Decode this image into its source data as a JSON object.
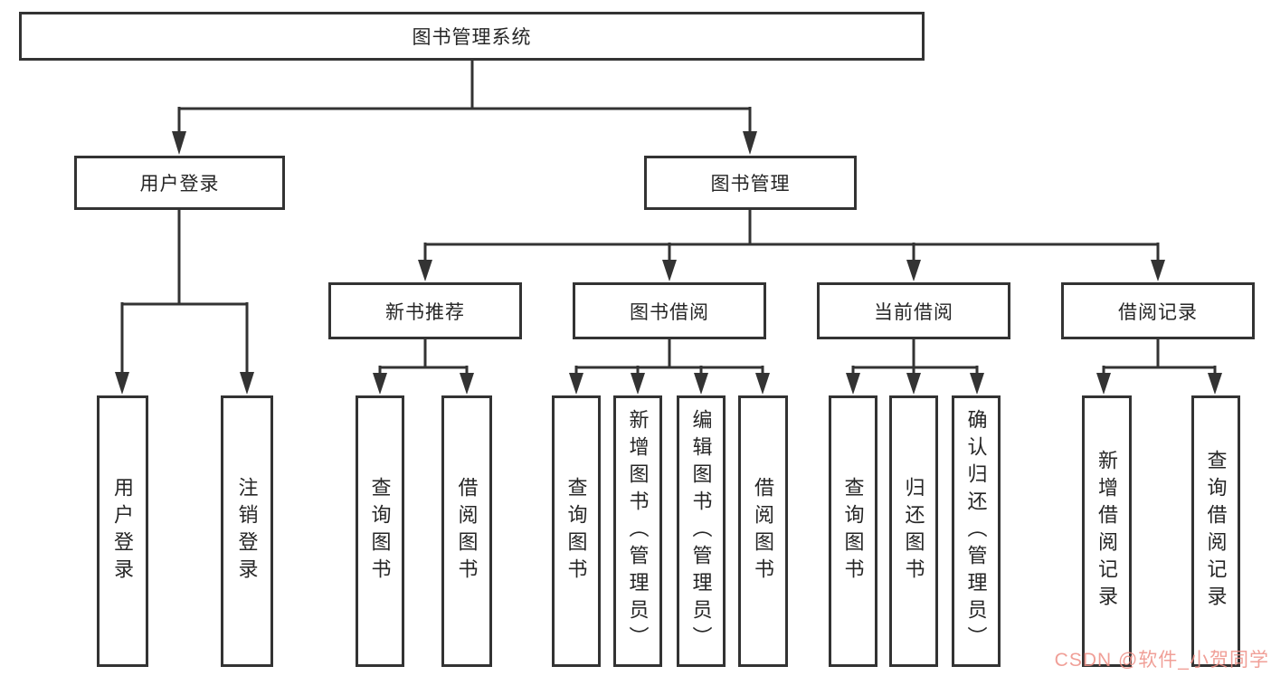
{
  "diagram": {
    "root": {
      "label": "图书管理系统"
    },
    "user_login": {
      "label": "用户登录",
      "children": [
        {
          "label": "用户登录"
        },
        {
          "label": "注销登录"
        }
      ]
    },
    "book_mgmt": {
      "label": "图书管理",
      "sections": [
        {
          "label": "新书推荐",
          "children": [
            {
              "label": "查询图书"
            },
            {
              "label": "借阅图书"
            }
          ]
        },
        {
          "label": "图书借阅",
          "children": [
            {
              "label": "查询图书"
            },
            {
              "label": "新增图书（管理员）"
            },
            {
              "label": "编辑图书（管理员）"
            },
            {
              "label": "借阅图书"
            }
          ]
        },
        {
          "label": "当前借阅",
          "children": [
            {
              "label": "查询图书"
            },
            {
              "label": "归还图书"
            },
            {
              "label": "确认归还（管理员）"
            }
          ]
        },
        {
          "label": "借阅记录",
          "children": [
            {
              "label": "新增借阅记录"
            },
            {
              "label": "查询借阅记录"
            }
          ]
        }
      ]
    }
  },
  "colors": {
    "line": "#333333",
    "box_border": "#333333",
    "text": "#262626",
    "watermark": "#ee8f86"
  },
  "watermark": {
    "text": "CSDN @软件_小贺同学"
  }
}
